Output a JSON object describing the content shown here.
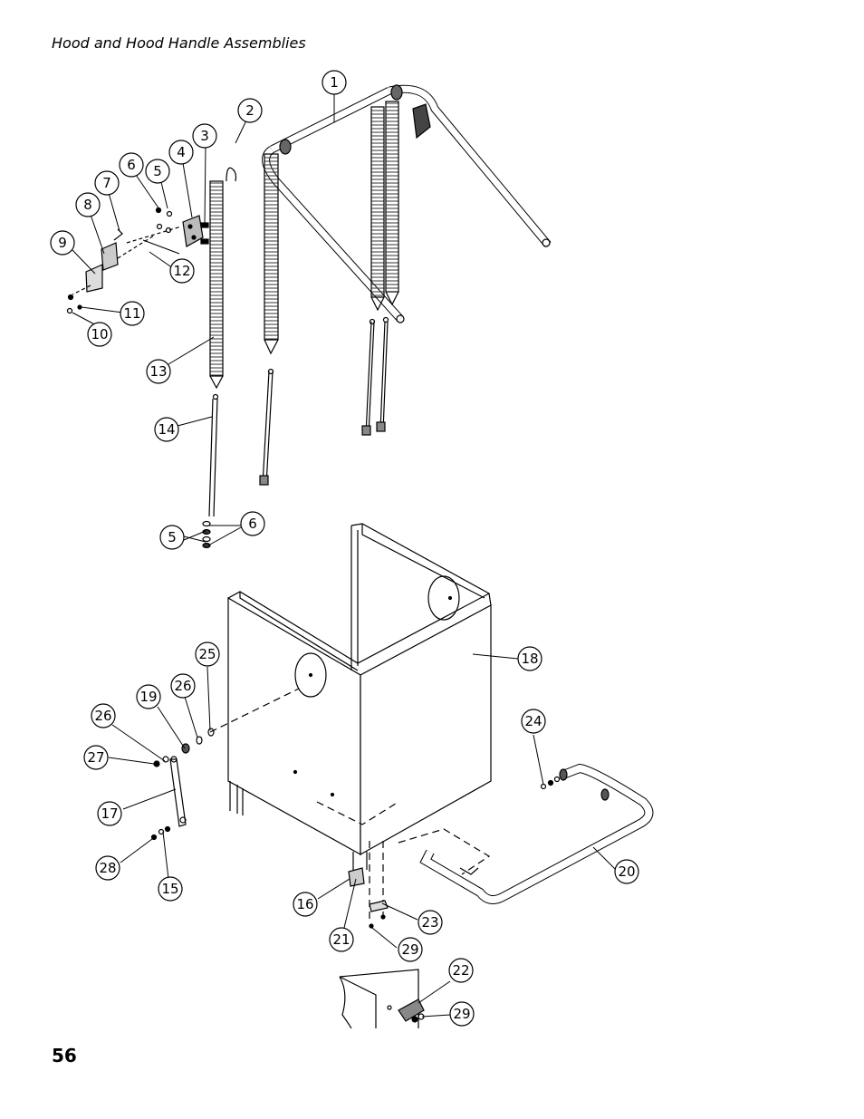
{
  "page": {
    "title": "Hood and Hood Handle Assemblies",
    "page_number": "56"
  },
  "callouts": [
    {
      "id": "c1",
      "label": "1"
    },
    {
      "id": "c2",
      "label": "2"
    },
    {
      "id": "c3",
      "label": "3"
    },
    {
      "id": "c4",
      "label": "4"
    },
    {
      "id": "c5a",
      "label": "5"
    },
    {
      "id": "c6a",
      "label": "6"
    },
    {
      "id": "c7",
      "label": "7"
    },
    {
      "id": "c8",
      "label": "8"
    },
    {
      "id": "c9",
      "label": "9"
    },
    {
      "id": "c10",
      "label": "10"
    },
    {
      "id": "c11",
      "label": "11"
    },
    {
      "id": "c12",
      "label": "12"
    },
    {
      "id": "c13",
      "label": "13"
    },
    {
      "id": "c14",
      "label": "14"
    },
    {
      "id": "c5b",
      "label": "5"
    },
    {
      "id": "c6b",
      "label": "6"
    },
    {
      "id": "c18",
      "label": "18"
    },
    {
      "id": "c25",
      "label": "25"
    },
    {
      "id": "c19",
      "label": "19"
    },
    {
      "id": "c26a",
      "label": "26"
    },
    {
      "id": "c26b",
      "label": "26"
    },
    {
      "id": "c27",
      "label": "27"
    },
    {
      "id": "c17",
      "label": "17"
    },
    {
      "id": "c28",
      "label": "28"
    },
    {
      "id": "c15",
      "label": "15"
    },
    {
      "id": "c16",
      "label": "16"
    },
    {
      "id": "c21",
      "label": "21"
    },
    {
      "id": "c23",
      "label": "23"
    },
    {
      "id": "c29a",
      "label": "29"
    },
    {
      "id": "c24",
      "label": "24"
    },
    {
      "id": "c20",
      "label": "20"
    },
    {
      "id": "c22",
      "label": "22"
    },
    {
      "id": "c29b",
      "label": "29"
    }
  ]
}
